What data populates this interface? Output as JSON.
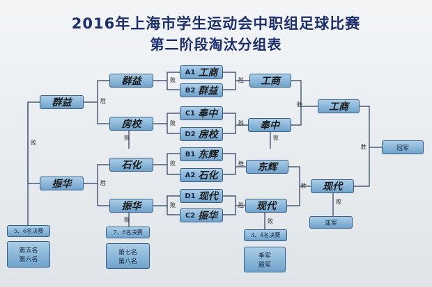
{
  "title": "2016年上海市学生运动会中职组足球比赛",
  "subtitle": "第二阶段淘汰分组表",
  "seeds": {
    "a1": {
      "code": "A1",
      "name": "工商"
    },
    "b2": {
      "code": "B2",
      "name": "群益"
    },
    "c1": {
      "code": "C1",
      "name": "奉中"
    },
    "d2": {
      "code": "D2",
      "name": "房校"
    },
    "b1": {
      "code": "B1",
      "name": "东辉"
    },
    "a2": {
      "code": "A2",
      "name": "石化"
    },
    "d1": {
      "code": "D1",
      "name": "现代"
    },
    "c2": {
      "code": "C2",
      "name": "振华"
    }
  },
  "qf_losers": {
    "top1": "群益",
    "top2": "房校",
    "bot1": "石化",
    "bot2": "振华"
  },
  "qf_winners": {
    "top1": "工商",
    "top2": "奉中",
    "bot1": "东辉",
    "bot2": "现代"
  },
  "finalists": {
    "top": "工商",
    "bot": "现代"
  },
  "semi_losers": {
    "top": "群益",
    "bot": "振华"
  },
  "labels": {
    "win": "胜",
    "lose": "败"
  },
  "champion": "冠军",
  "runner_up": "亚军",
  "playoff_56": "5、6名决赛",
  "playoff_78": "7、8名决赛",
  "playoff_34": "3、4名决赛",
  "result_56": "第五名\n第六名",
  "result_78": "第七名\n第八名",
  "result_34": "季军\n殿军"
}
